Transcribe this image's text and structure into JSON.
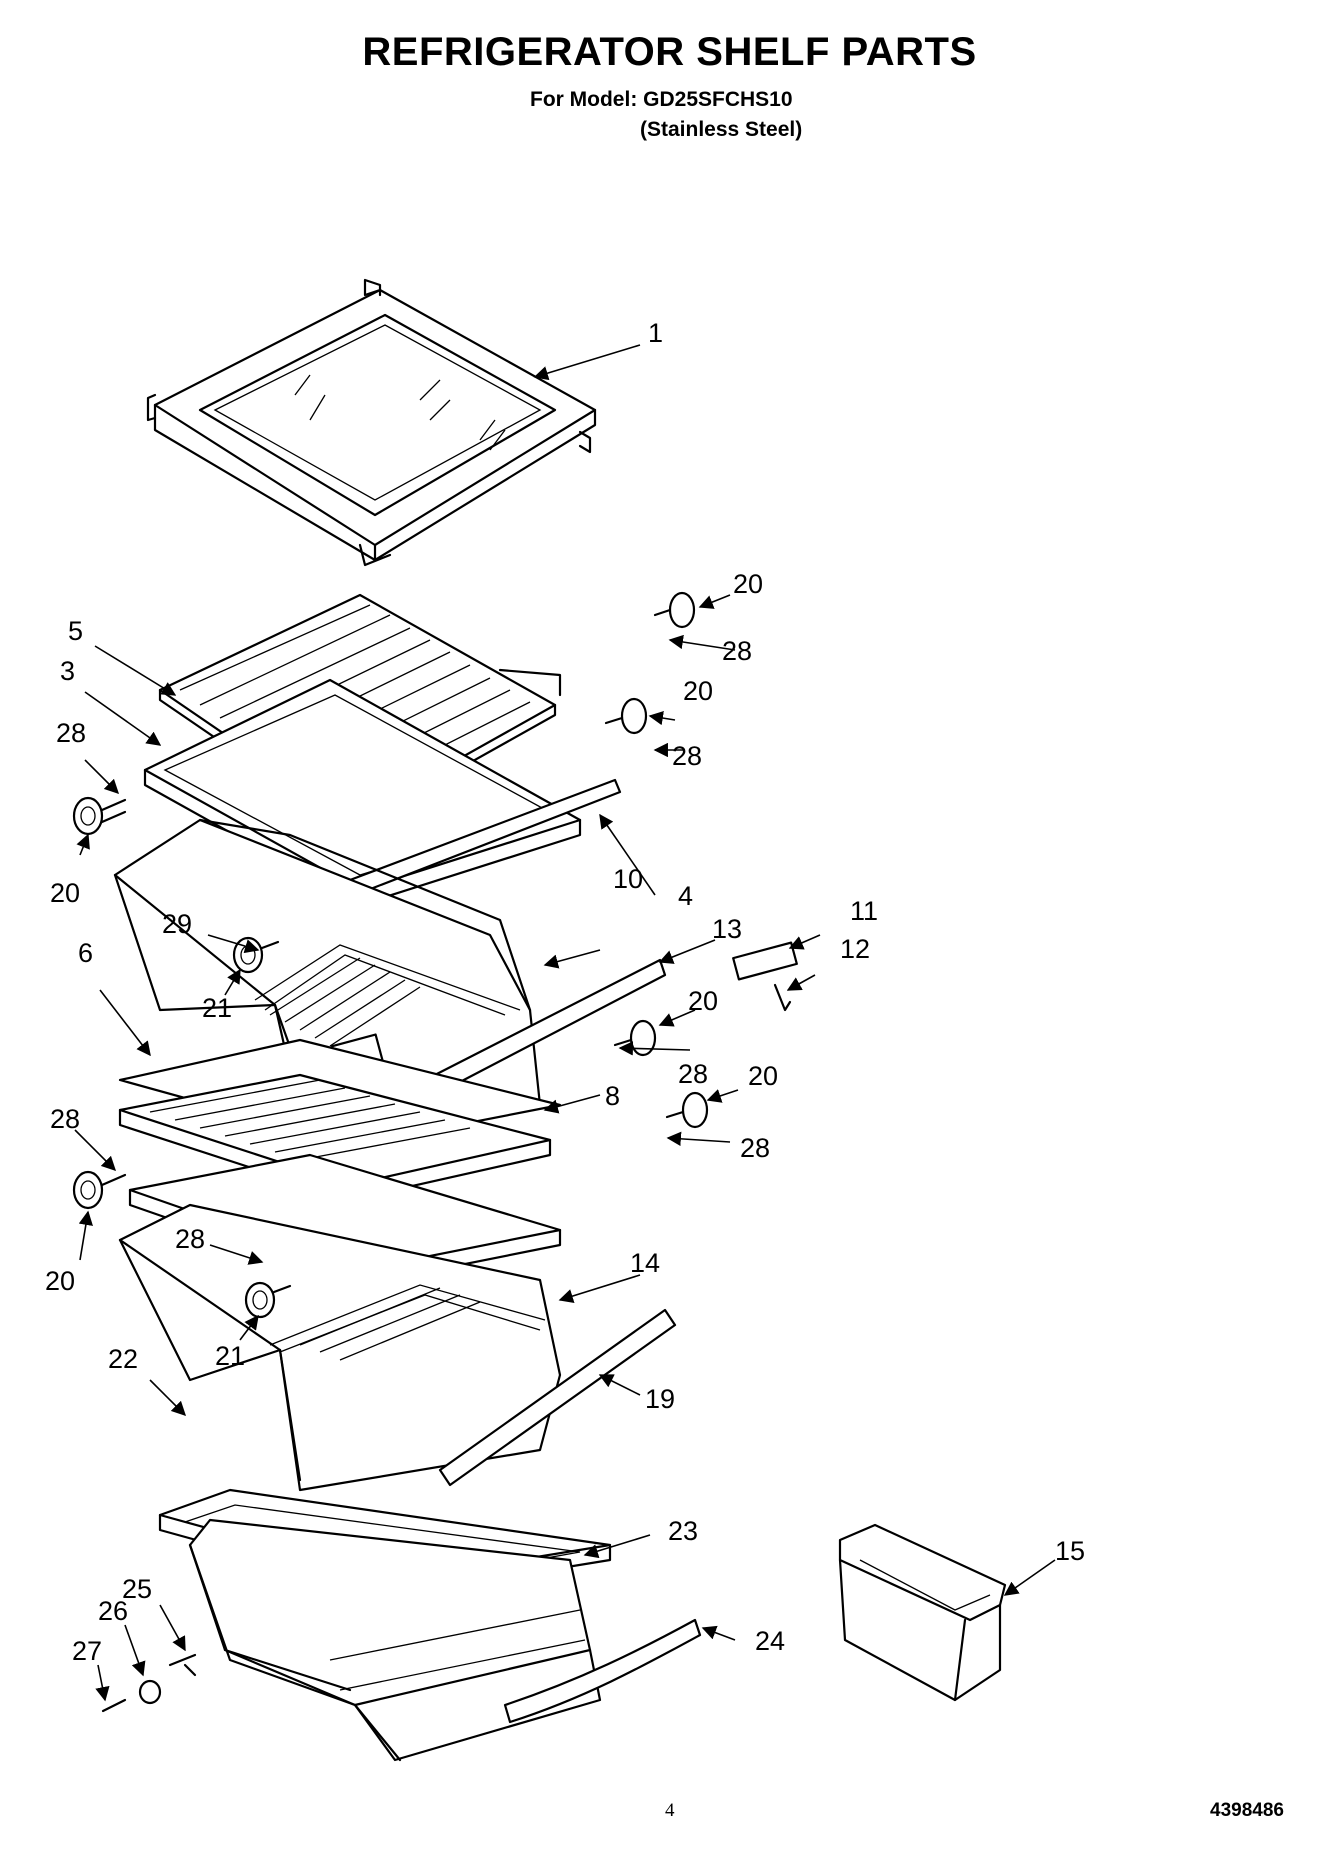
{
  "header": {
    "title": "REFRIGERATOR SHELF PARTS",
    "model": "For Model: GD25SFCHS10",
    "finish": "(Stainless Steel)"
  },
  "callouts": [
    "1",
    "20",
    "28",
    "5",
    "3",
    "20",
    "28",
    "28",
    "4",
    "20",
    "10",
    "29",
    "11",
    "13",
    "12",
    "6",
    "21",
    "20",
    "28",
    "20",
    "8",
    "28",
    "28",
    "20",
    "28",
    "14",
    "21",
    "22",
    "19",
    "23",
    "15",
    "25",
    "26",
    "24",
    "27"
  ],
  "footer": {
    "page_number": "4",
    "doc_number": "4398486"
  }
}
